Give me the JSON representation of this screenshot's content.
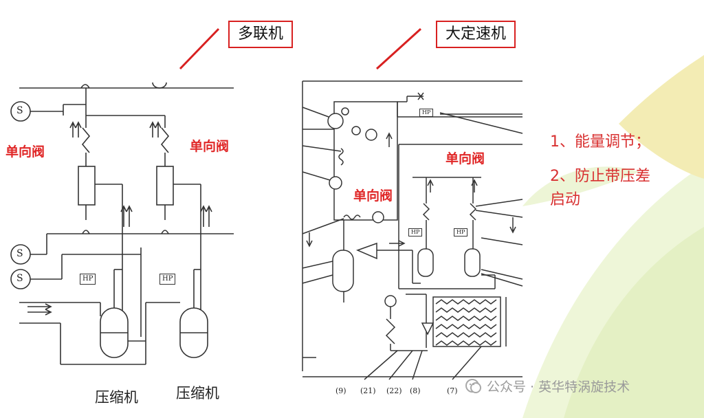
{
  "labels": {
    "multi_split": "多联机",
    "fixed_speed": "大定速机"
  },
  "check_valve_label": "单向阀",
  "compressor_label": "压缩机",
  "hp_label": "HP",
  "s_label": "S",
  "notes": {
    "item1": "1、能量调节；",
    "item2_line1": "2、防止带压差",
    "item2_line2": "启动"
  },
  "ref_numbers": [
    "(9)",
    "(21)",
    "(22)",
    "(8)",
    "(7)"
  ],
  "watermark": "公众号 · 英华特涡旋技术",
  "colors": {
    "accent_red": "#e02828",
    "leaf_green": "#c8e6a0",
    "leaf_yellow": "#f5e9a8"
  }
}
